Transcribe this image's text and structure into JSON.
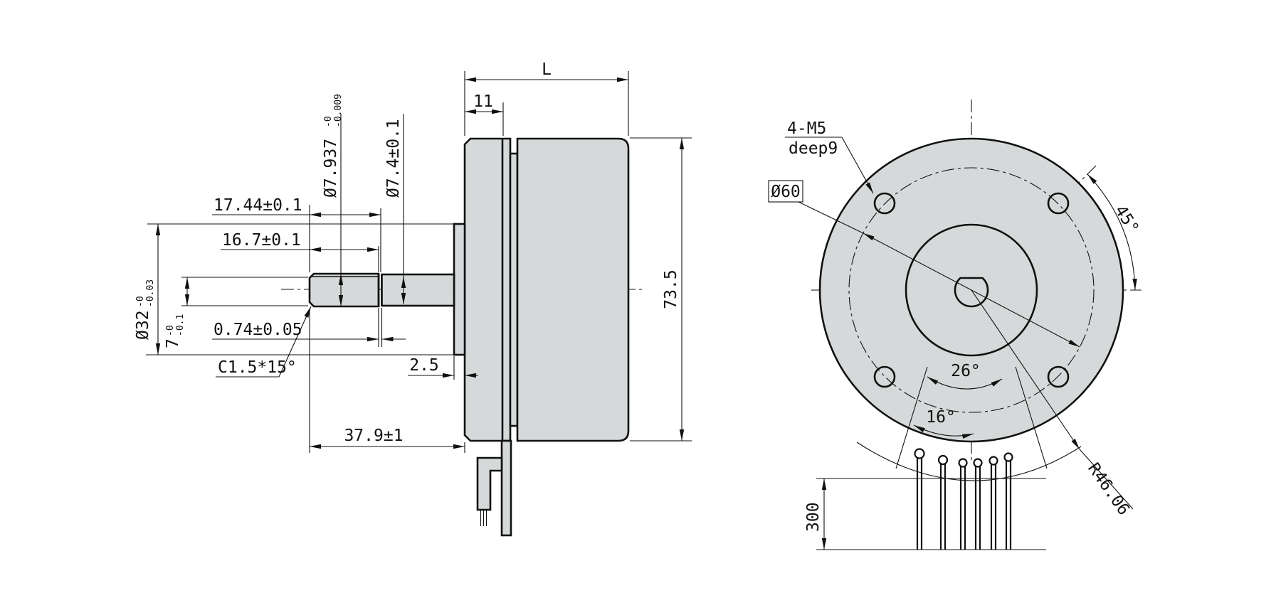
{
  "drawing": {
    "background": "#ffffff",
    "line_color": "#111111",
    "part_fill": "#d6d9da",
    "side_view": {
      "length_label": "L",
      "pilot_length": "11",
      "body_height": "73.5",
      "shaft_total": "17.44±0.1",
      "flat_length": "16.7±0.1",
      "groove_width": "0.74±0.05",
      "shaft_dia": {
        "value": "Ø7.937",
        "tol_upper": "-0",
        "tol_lower": "-0.009"
      },
      "shaft2_dia": "Ø7.4±0.1",
      "pilot_dia": {
        "value": "Ø32",
        "tol_upper": "-0",
        "tol_lower": "-0.03"
      },
      "flat_height": {
        "value": "7",
        "tol_upper": "-0",
        "tol_lower": "-0.1"
      },
      "chamfer": "C1.5*15°",
      "pilot_depth": "2.5",
      "shaft_extension": "37.9±1"
    },
    "front_view": {
      "mount_holes_line1": "4-M5",
      "mount_holes_line2": "deep9",
      "bolt_circle_dia": "Ø60",
      "hole_angle": "45°",
      "wire_span_outer": "26°",
      "wire_span_inner": "16°",
      "wire_arc_radius": "R46.06",
      "lead_length": "300"
    }
  }
}
